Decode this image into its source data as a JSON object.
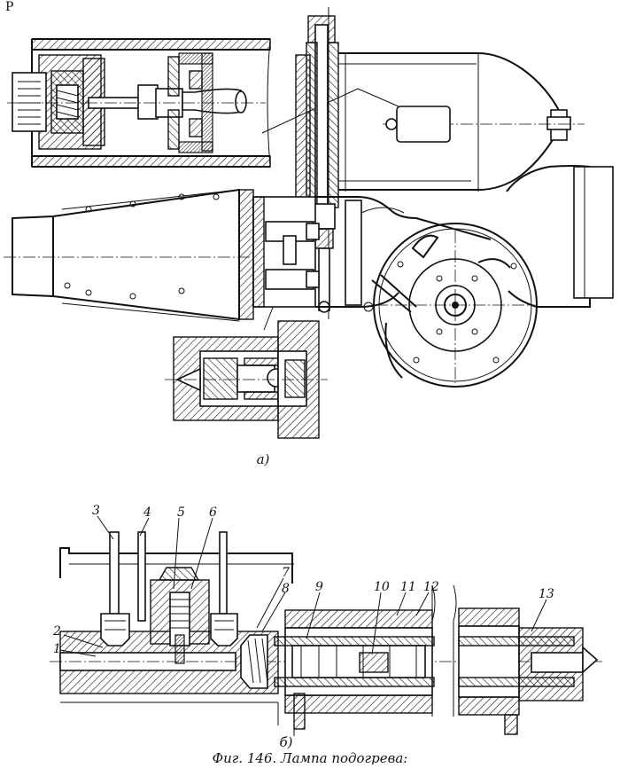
{
  "figure": {
    "top_fragment": "P",
    "sub_a_label": "а)",
    "sub_b_label": "б)",
    "caption": "Фиг. 146. Лампа подогрева:",
    "part_numbers": [
      "1",
      "2",
      "3",
      "4",
      "5",
      "6",
      "7",
      "8",
      "9",
      "10",
      "11",
      "12",
      "13"
    ]
  }
}
